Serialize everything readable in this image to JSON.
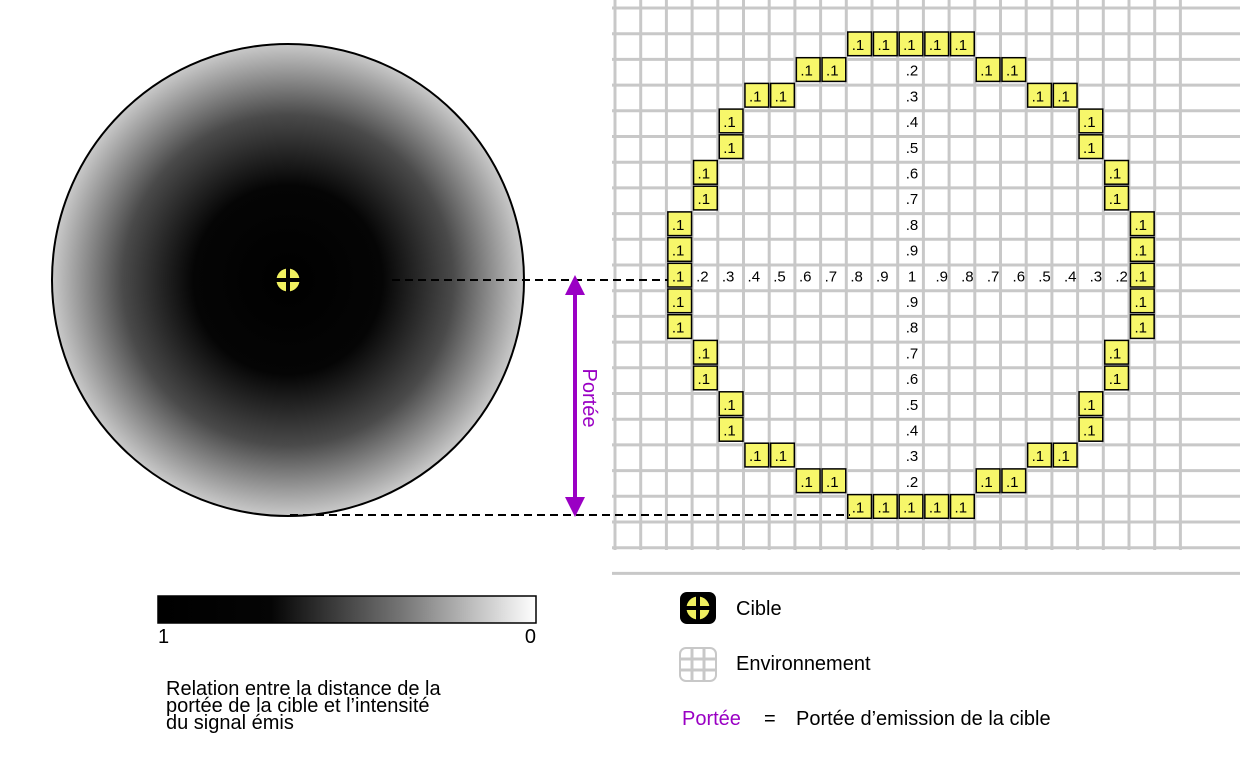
{
  "diagram": {
    "grid_size": 21,
    "center_index": 10,
    "boundary_label": ".1",
    "center_value": "1",
    "axis_values": [
      ".2",
      ".3",
      ".4",
      ".5",
      ".6",
      ".7",
      ".8",
      ".9"
    ],
    "range_label": "Portée",
    "colors": {
      "grid": "#c8c8c8",
      "cell_fill": "#f7f76a",
      "range_arrow": "#9a00c4",
      "target_icon": "#f0f060"
    }
  },
  "gradient_bar": {
    "min_label": "1",
    "max_label": "0"
  },
  "caption": {
    "line1": "Relation entre la distance de la",
    "line2": "portée de la cible et l’intensité",
    "line3": "du signal émis"
  },
  "legend": {
    "target_label": "Cible",
    "environment_label": "Environnement",
    "range_key": "Portée",
    "range_equals": "=",
    "range_desc": "Portée d’emission de la cible"
  }
}
